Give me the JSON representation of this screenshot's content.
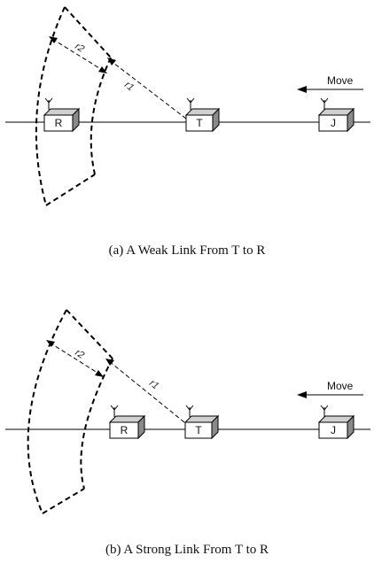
{
  "figures": [
    {
      "caption": "(a) A Weak Link From T to R",
      "nodes": {
        "r": "R",
        "t": "T",
        "j": "J"
      },
      "move_label": "Move",
      "radius_labels": {
        "r1": "r1",
        "r2": "r2"
      }
    },
    {
      "caption": "(b) A Strong Link From T to R",
      "nodes": {
        "r": "R",
        "t": "T",
        "j": "J"
      },
      "move_label": "Move",
      "radius_labels": {
        "r1": "r1",
        "r2": "r2"
      }
    }
  ]
}
